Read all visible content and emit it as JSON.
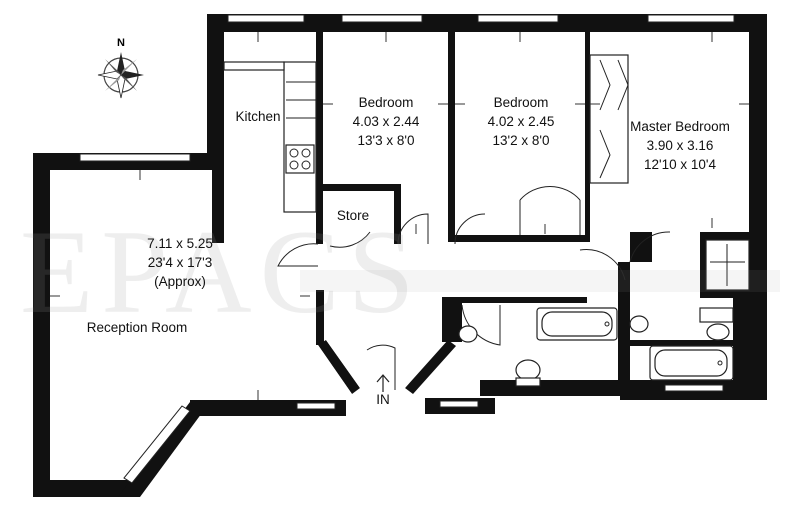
{
  "compass": {
    "north_label": "N"
  },
  "entrance": {
    "label": "IN"
  },
  "rooms": {
    "kitchen": {
      "name": "Kitchen"
    },
    "bedroom1": {
      "name": "Bedroom",
      "metric": "4.03 x 2.44",
      "imperial": "13'3 x 8'0"
    },
    "bedroom2": {
      "name": "Bedroom",
      "metric": "4.02 x 2.45",
      "imperial": "13'2 x 8'0"
    },
    "master": {
      "name": "Master Bedroom",
      "metric": "3.90 x 3.16",
      "imperial": "12'10 x 10'4"
    },
    "store": {
      "name": "Store"
    },
    "reception": {
      "name": "Reception Room",
      "metric": "7.11 x 5.25",
      "imperial": "23'4 x 17'3",
      "note": "(Approx)"
    }
  }
}
